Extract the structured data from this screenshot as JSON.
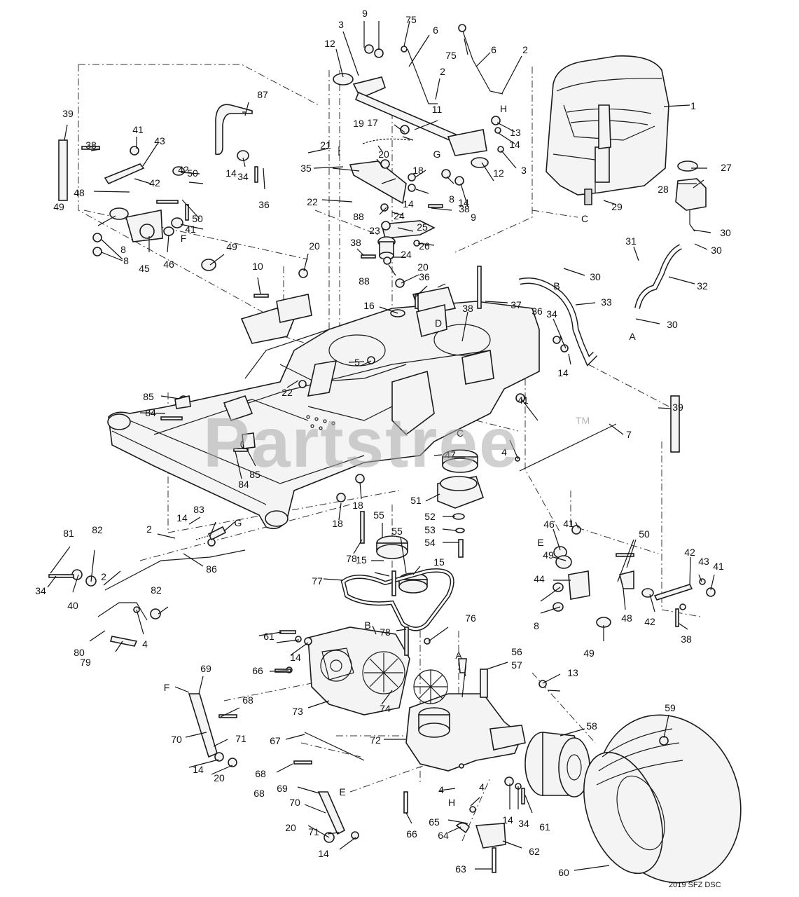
{
  "watermark": "Partstree",
  "watermark_tm": "TM",
  "diagram_code": "2019 SFZ DSC",
  "callouts": [
    {
      "t": "1"
    },
    {
      "t": "2"
    },
    {
      "t": "2"
    },
    {
      "t": "2"
    },
    {
      "t": "2"
    },
    {
      "t": "3"
    },
    {
      "t": "3"
    },
    {
      "t": "4"
    },
    {
      "t": "4"
    },
    {
      "t": "4"
    },
    {
      "t": "4"
    },
    {
      "t": "5"
    },
    {
      "t": "6"
    },
    {
      "t": "6"
    },
    {
      "t": "7"
    },
    {
      "t": "8"
    },
    {
      "t": "8"
    },
    {
      "t": "8"
    },
    {
      "t": "8"
    },
    {
      "t": "9"
    },
    {
      "t": "9"
    },
    {
      "t": "10"
    },
    {
      "t": "11"
    },
    {
      "t": "12"
    },
    {
      "t": "12"
    },
    {
      "t": "13"
    },
    {
      "t": "13"
    },
    {
      "t": "14"
    },
    {
      "t": "14"
    },
    {
      "t": "14"
    },
    {
      "t": "14"
    },
    {
      "t": "14"
    },
    {
      "t": "14"
    },
    {
      "t": "14"
    },
    {
      "t": "14"
    },
    {
      "t": "14"
    },
    {
      "t": "14"
    },
    {
      "t": "15"
    },
    {
      "t": "15"
    },
    {
      "t": "16"
    },
    {
      "t": "17"
    },
    {
      "t": "18"
    },
    {
      "t": "18"
    },
    {
      "t": "18"
    },
    {
      "t": "19"
    },
    {
      "t": "20"
    },
    {
      "t": "20"
    },
    {
      "t": "20"
    },
    {
      "t": "20"
    },
    {
      "t": "20"
    },
    {
      "t": "21"
    },
    {
      "t": "22"
    },
    {
      "t": "22"
    },
    {
      "t": "23"
    },
    {
      "t": "24"
    },
    {
      "t": "24"
    },
    {
      "t": "25"
    },
    {
      "t": "26"
    },
    {
      "t": "27"
    },
    {
      "t": "28"
    },
    {
      "t": "29"
    },
    {
      "t": "30"
    },
    {
      "t": "30"
    },
    {
      "t": "30"
    },
    {
      "t": "30"
    },
    {
      "t": "31"
    },
    {
      "t": "32"
    },
    {
      "t": "33"
    },
    {
      "t": "34"
    },
    {
      "t": "34"
    },
    {
      "t": "34"
    },
    {
      "t": "34"
    },
    {
      "t": "35"
    },
    {
      "t": "36"
    },
    {
      "t": "36"
    },
    {
      "t": "36"
    },
    {
      "t": "37"
    },
    {
      "t": "38"
    },
    {
      "t": "38"
    },
    {
      "t": "38"
    },
    {
      "t": "38"
    },
    {
      "t": "38"
    },
    {
      "t": "39"
    },
    {
      "t": "39"
    },
    {
      "t": "40"
    },
    {
      "t": "41"
    },
    {
      "t": "41"
    },
    {
      "t": "41"
    },
    {
      "t": "41"
    },
    {
      "t": "41"
    },
    {
      "t": "42"
    },
    {
      "t": "42"
    },
    {
      "t": "42"
    },
    {
      "t": "42"
    },
    {
      "t": "43"
    },
    {
      "t": "43"
    },
    {
      "t": "44"
    },
    {
      "t": "45"
    },
    {
      "t": "46"
    },
    {
      "t": "46"
    },
    {
      "t": "47"
    },
    {
      "t": "48"
    },
    {
      "t": "48"
    },
    {
      "t": "49"
    },
    {
      "t": "49"
    },
    {
      "t": "49"
    },
    {
      "t": "49"
    },
    {
      "t": "50"
    },
    {
      "t": "50"
    },
    {
      "t": "50"
    },
    {
      "t": "51"
    },
    {
      "t": "52"
    },
    {
      "t": "53"
    },
    {
      "t": "54"
    },
    {
      "t": "55"
    },
    {
      "t": "55"
    },
    {
      "t": "56"
    },
    {
      "t": "57"
    },
    {
      "t": "58"
    },
    {
      "t": "59"
    },
    {
      "t": "60"
    },
    {
      "t": "61"
    },
    {
      "t": "61"
    },
    {
      "t": "62"
    },
    {
      "t": "63"
    },
    {
      "t": "64"
    },
    {
      "t": "65"
    },
    {
      "t": "66"
    },
    {
      "t": "66"
    },
    {
      "t": "67"
    },
    {
      "t": "68"
    },
    {
      "t": "68"
    },
    {
      "t": "68"
    },
    {
      "t": "69"
    },
    {
      "t": "69"
    },
    {
      "t": "70"
    },
    {
      "t": "70"
    },
    {
      "t": "71"
    },
    {
      "t": "71"
    },
    {
      "t": "72"
    },
    {
      "t": "73"
    },
    {
      "t": "74"
    },
    {
      "t": "75"
    },
    {
      "t": "75"
    },
    {
      "t": "76"
    },
    {
      "t": "77"
    },
    {
      "t": "78"
    },
    {
      "t": "78"
    },
    {
      "t": "79"
    },
    {
      "t": "80"
    },
    {
      "t": "81"
    },
    {
      "t": "82"
    },
    {
      "t": "82"
    },
    {
      "t": "83"
    },
    {
      "t": "84"
    },
    {
      "t": "84"
    },
    {
      "t": "85"
    },
    {
      "t": "85"
    },
    {
      "t": "86"
    },
    {
      "t": "87"
    },
    {
      "t": "88"
    },
    {
      "t": "88"
    }
  ],
  "connector_letters": [
    {
      "t": "A"
    },
    {
      "t": "A"
    },
    {
      "t": "B"
    },
    {
      "t": "B"
    },
    {
      "t": "C"
    },
    {
      "t": "C"
    },
    {
      "t": "D"
    },
    {
      "t": "E"
    },
    {
      "t": "E"
    },
    {
      "t": "F"
    },
    {
      "t": "F"
    },
    {
      "t": "G"
    },
    {
      "t": "G"
    },
    {
      "t": "H"
    },
    {
      "t": "H"
    }
  ]
}
